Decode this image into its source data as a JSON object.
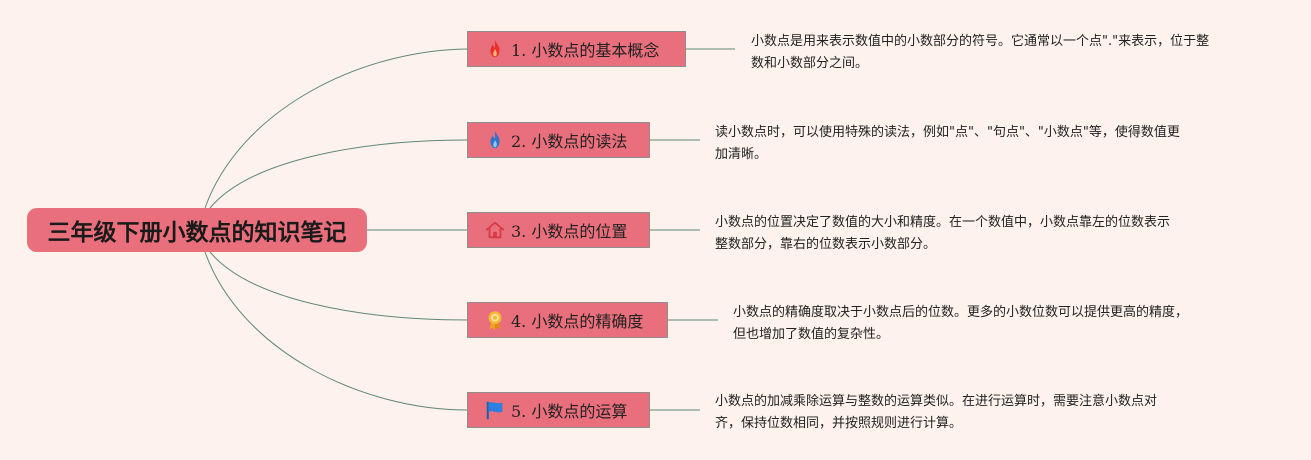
{
  "root": {
    "title": "三年级下册小数点的知识笔记"
  },
  "branches": [
    {
      "label": "1. 小数点的基本概念",
      "icon": "fire-red-icon",
      "desc_lines": [
        "小数点是用来表示数值中的小数部分的符号。它通常以一个点\".\"来表示，位于整",
        "数和小数部分之间。"
      ]
    },
    {
      "label": "2. 小数点的读法",
      "icon": "fire-blue-icon",
      "desc_lines": [
        "读小数点时，可以使用特殊的读法，例如\"点\"、\"句点\"、\"小数点\"等，使得数值更",
        "加清晰。"
      ]
    },
    {
      "label": "3. 小数点的位置",
      "icon": "home-icon",
      "desc_lines": [
        "小数点的位置决定了数值的大小和精度。在一个数值中，小数点靠左的位数表示",
        "整数部分，靠右的位数表示小数部分。"
      ]
    },
    {
      "label": "4. 小数点的精确度",
      "icon": "award-icon",
      "desc_lines": [
        "小数点的精确度取决于小数点后的位数。更多的小数位数可以提供更高的精度，",
        "但也增加了数值的复杂性。"
      ]
    },
    {
      "label": "5. 小数点的运算",
      "icon": "flag-icon",
      "desc_lines": [
        "小数点的加减乘除运算与整数的运算类似。在进行运算时，需要注意小数点对",
        "齐，保持位数相同，并按照规则进行计算。"
      ]
    }
  ],
  "colors": {
    "background": "#fdf2ec",
    "node_fill": "#ea6f7c",
    "connector": "#5e8a6e"
  }
}
